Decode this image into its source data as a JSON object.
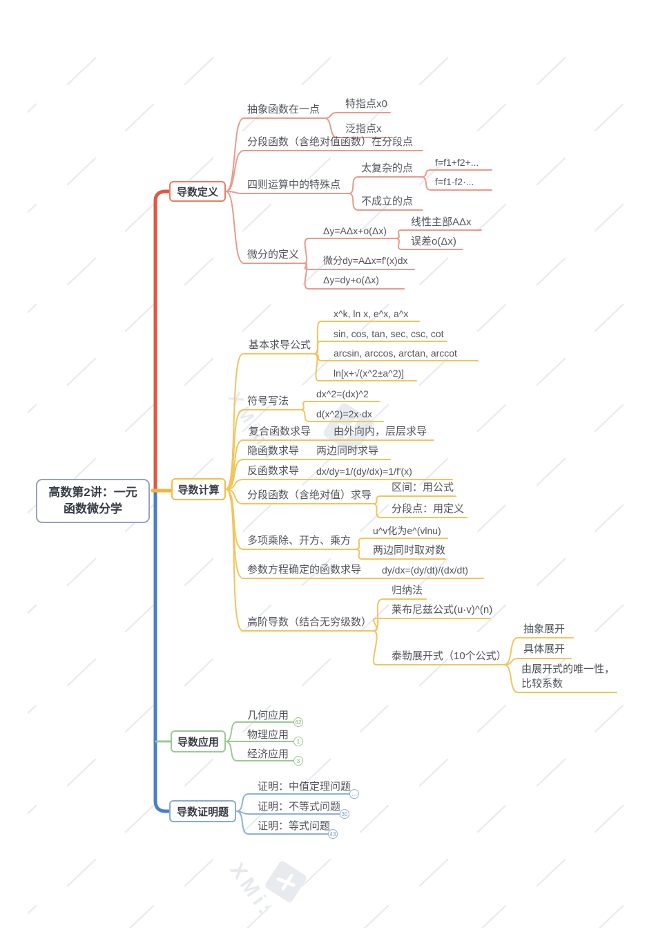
{
  "app": {
    "brand": "XMind",
    "watermark_text": "XMind"
  },
  "root": {
    "title": "高数第2讲：一元函数微分学"
  },
  "colors": {
    "red": "#e2573f",
    "red_light": "#eb9a89",
    "yellow": "#eeb63c",
    "yellow_light": "#f3c45a",
    "green": "#98cb8f",
    "blue": "#4c7fc0",
    "blue_light": "#8eb2d6",
    "root_border": "#9aa3b6"
  },
  "branches": [
    {
      "label": "导数定义",
      "color": "#e2573f",
      "topics": [
        {
          "label": "抽象函数在一点",
          "children": [
            {
              "label": "特指点x0"
            },
            {
              "label": "泛指点x"
            }
          ]
        },
        {
          "label": "分段函数（含绝对值函数）在分段点"
        },
        {
          "label": "四则运算中的特殊点",
          "children": [
            {
              "label": "太复杂的点",
              "children": [
                {
                  "label": "f=f1+f2+..."
                },
                {
                  "label": "f=f1·f2·..."
                }
              ]
            },
            {
              "label": "不成立的点"
            }
          ]
        },
        {
          "label": "微分的定义",
          "children": [
            {
              "label": "Δy=AΔx+o(Δx)",
              "children": [
                {
                  "label": "线性主部AΔx"
                },
                {
                  "label": "误差o(Δx)"
                }
              ]
            },
            {
              "label": "微分dy=AΔx=f'(x)dx"
            },
            {
              "label": "Δy=dy+o(Δx)"
            }
          ]
        }
      ]
    },
    {
      "label": "导数计算",
      "color": "#eeb63c",
      "topics": [
        {
          "label": "基本求导公式",
          "children": [
            {
              "label": "x^k, ln x, e^x, a^x"
            },
            {
              "label": "sin, cos, tan, sec, csc, cot"
            },
            {
              "label": "arcsin, arccos, arctan, arccot"
            },
            {
              "label": "ln[x+√(x^2±a^2)]"
            }
          ]
        },
        {
          "label": "符号写法",
          "children": [
            {
              "label": "dx^2=(dx)^2"
            },
            {
              "label": "d(x^2)=2x·dx"
            }
          ]
        },
        {
          "label": "复合函数求导",
          "children": [
            {
              "label": "由外向内，层层求导"
            }
          ]
        },
        {
          "label": "隐函数求导",
          "children": [
            {
              "label": "两边同时求导"
            }
          ]
        },
        {
          "label": "反函数求导",
          "children": [
            {
              "label": "dx/dy=1/(dy/dx)=1/f'(x)"
            }
          ]
        },
        {
          "label": "分段函数（含绝对值）求导",
          "children": [
            {
              "label": "区间：用公式"
            },
            {
              "label": "分段点：用定义"
            }
          ]
        },
        {
          "label": "多项乘除、开方、乘方",
          "children": [
            {
              "label": "u^v化为e^(vlnu)"
            },
            {
              "label": "两边同时取对数"
            }
          ]
        },
        {
          "label": "参数方程确定的函数求导",
          "children": [
            {
              "label": "dy/dx=(dy/dt)/(dx/dt)"
            }
          ]
        },
        {
          "label": "高阶导数（结合无穷级数）",
          "children": [
            {
              "label": "归纳法"
            },
            {
              "label": "莱布尼兹公式(u·v)^(n)"
            },
            {
              "label": "泰勒展开式（10个公式）",
              "children": [
                {
                  "label": "抽象展开"
                },
                {
                  "label": "具体展开"
                },
                {
                  "label": "由展开式的唯一性，比较系数"
                }
              ]
            }
          ]
        }
      ]
    },
    {
      "label": "导数应用",
      "color": "#98cb8f",
      "topics": [
        {
          "label": "几何应用",
          "badge": "62"
        },
        {
          "label": "物理应用",
          "badge": "1"
        },
        {
          "label": "经济应用",
          "badge": "3"
        }
      ]
    },
    {
      "label": "导数证明题",
      "color": "#4c7fc0",
      "topics": [
        {
          "label": "证明：中值定理问题",
          "badge": "…"
        },
        {
          "label": "证明：不等式问题",
          "badge": "30"
        },
        {
          "label": "证明：等式问题",
          "badge": "43"
        }
      ]
    }
  ]
}
